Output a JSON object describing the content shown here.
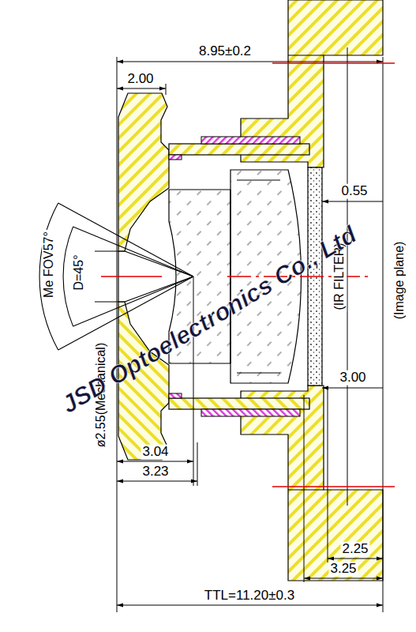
{
  "diagram": {
    "labels": [
      "8.95±0.2",
      "2.00",
      "0.55",
      "Me FOV57°",
      "D=45°",
      "(IR FILTER)",
      "(Image plane)",
      "3.00",
      "ø2.55(Mechanical)",
      "3.04",
      "3.23",
      "2.25",
      "3.25",
      "TTL=11.20±0.3",
      "JSD Optoelectronics Co., Ltd"
    ]
  }
}
